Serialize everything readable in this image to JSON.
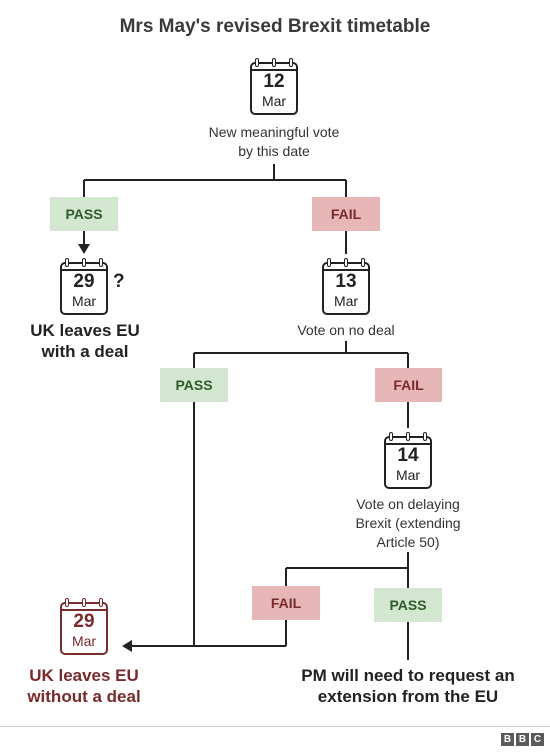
{
  "title": "Mrs May's revised Brexit timetable",
  "colors": {
    "pass_bg": "#d3e6cf",
    "pass_text": "#2f5a2b",
    "fail_bg": "#e7b7b7",
    "fail_text": "#7a2a2a",
    "line": "#222222"
  },
  "step1": {
    "day": "12",
    "month": "Mar",
    "note": "New meaningful vote\nby this date"
  },
  "branch1": {
    "pass": "PASS",
    "fail": "FAIL"
  },
  "outcome_deal": {
    "day": "29",
    "month": "Mar",
    "qmark": "?",
    "text": "UK leaves EU\nwith a deal"
  },
  "step2": {
    "day": "13",
    "month": "Mar",
    "note": "Vote on no deal"
  },
  "branch2": {
    "pass": "PASS",
    "fail": "FAIL"
  },
  "step3": {
    "day": "14",
    "month": "Mar",
    "note": "Vote on delaying\nBrexit (extending\nArticle 50)"
  },
  "branch3": {
    "fail": "FAIL",
    "pass": "PASS"
  },
  "outcome_nodeal": {
    "day": "29",
    "month": "Mar",
    "text": "UK leaves EU\nwithout a deal"
  },
  "outcome_extension": {
    "text": "PM will need to request an\nextension from the EU"
  },
  "footer": {
    "logo_letters": [
      "B",
      "B",
      "C"
    ]
  }
}
